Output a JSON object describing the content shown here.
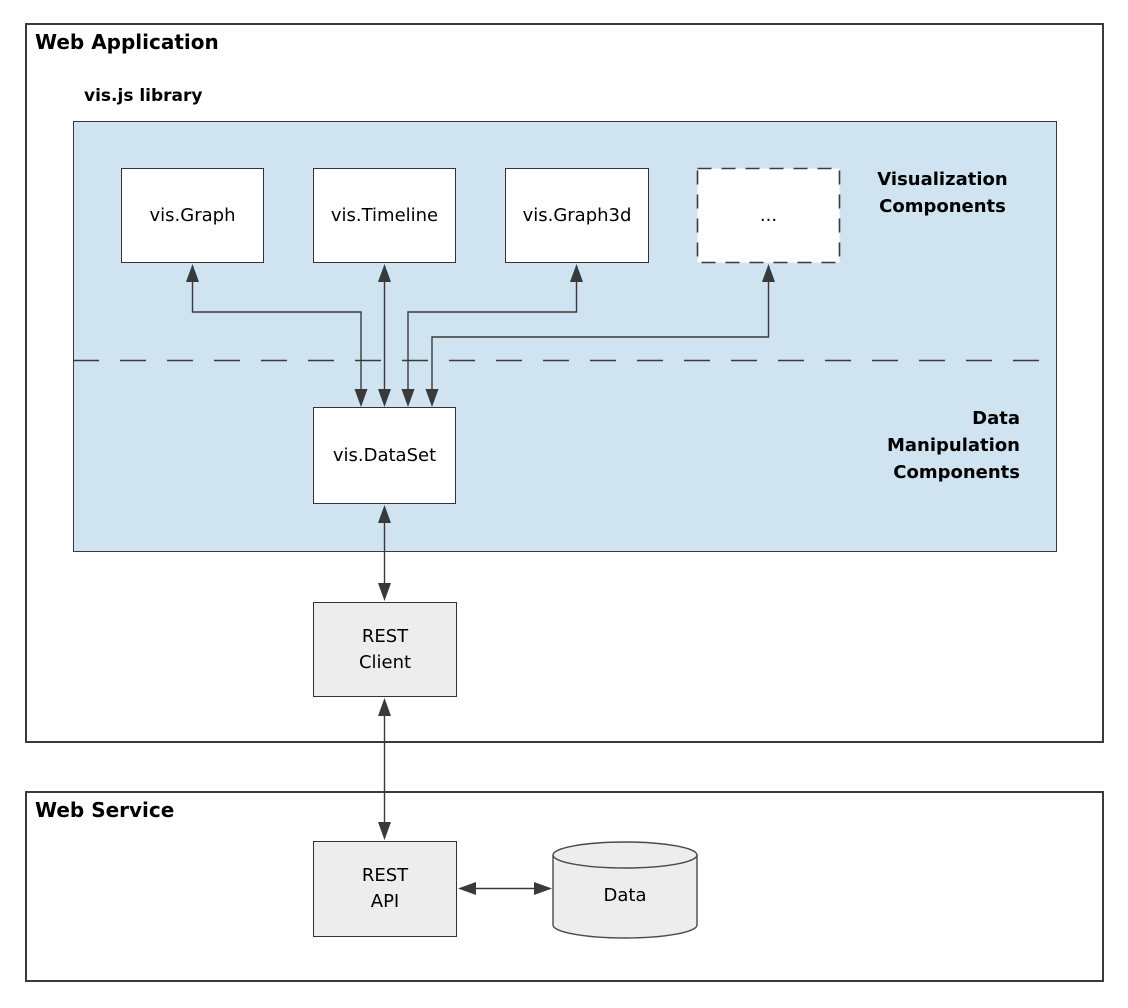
{
  "web_application": {
    "label": "Web Application"
  },
  "web_service": {
    "label": "Web Service"
  },
  "visjs_library": {
    "label": "vis.js library"
  },
  "section_labels": {
    "visualization": "Visualization\nComponents",
    "data_manipulation": "Data\nManipulation\nComponents"
  },
  "components": {
    "graph": "vis.Graph",
    "timeline": "vis.Timeline",
    "graph3d": "vis.Graph3d",
    "more": "...",
    "dataset": "vis.DataSet"
  },
  "rest_client": {
    "label": "REST\nClient"
  },
  "rest_api": {
    "label": "REST\nAPI"
  },
  "data_store": {
    "label": "Data"
  },
  "colors": {
    "panel_blue": "#cfe3f1",
    "box_gray": "#ededed",
    "line": "#3a3a3a",
    "text": "#000000"
  }
}
